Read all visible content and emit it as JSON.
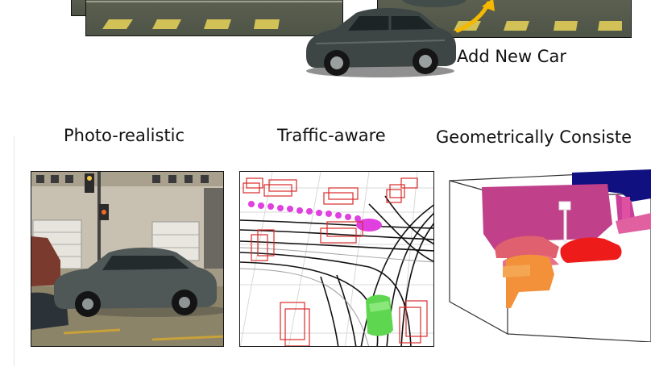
{
  "top_strip": {
    "action_label": "Add New Car",
    "arrow_color": "#f5b800"
  },
  "panels": [
    {
      "caption": "Photo-realistic"
    },
    {
      "caption": "Traffic-aware"
    },
    {
      "caption": "Geometrically Consiste"
    }
  ],
  "colors": {
    "box_red": "#d92b2b",
    "trajectory_magenta": "#e040e0",
    "car_green": "#5fd64f",
    "seg_magenta": "#c0408a",
    "seg_red": "#ee1b1b",
    "seg_orange": "#f2913a",
    "seg_navy": "#101080",
    "seg_pink": "#e06070"
  }
}
